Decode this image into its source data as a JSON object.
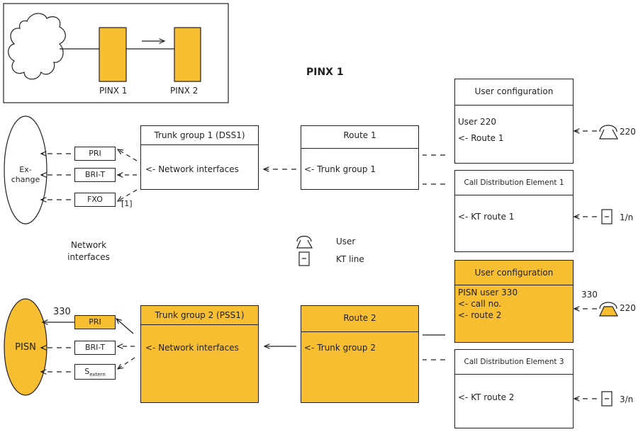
{
  "title": "PINX 1",
  "inset": {
    "pinx1": "PINX 1",
    "pinx2": "PINX 2"
  },
  "exchange": {
    "line1": "Ex-",
    "line2": "change"
  },
  "pisn": {
    "label": "PISN",
    "number": "330"
  },
  "upper_interfaces": [
    "PRI",
    "BRI-T",
    "FXO"
  ],
  "footnote": "[1]",
  "lower_interfaces": [
    "PRI",
    "BRI-T"
  ],
  "s_extern": {
    "base": "S",
    "sub": "extern"
  },
  "network_interfaces_caption": {
    "line1": "Network",
    "line2": "interfaces"
  },
  "trunk_group_1": {
    "title": "Trunk group 1 (DSS1)",
    "entry": "<- Network interfaces"
  },
  "trunk_group_2": {
    "title": "Trunk group 2 (PSS1)",
    "entry": "<- Network interfaces"
  },
  "route_1": {
    "title": "Route 1",
    "entry": "<- Trunk group 1"
  },
  "route_2": {
    "title": "Route 2",
    "entry": "<- Trunk group 2"
  },
  "user_config_1": {
    "title": "User configuration",
    "line1": "User 220",
    "line2": "<- Route 1"
  },
  "user_config_2": {
    "title": "User configuration",
    "line1": "PISN user 330",
    "line2": "<- call no.",
    "line3": "<- route 2"
  },
  "cde_1": {
    "title": "Call Distribution Element 1",
    "entry": "<- KT route 1"
  },
  "cde_3": {
    "title": "Call Distribution Element 3",
    "entry": "<- KT route 2"
  },
  "phone_220_top": "220",
  "phone_220_bottom": "220",
  "phone_330_label": "330",
  "kt_1n": "1/n",
  "kt_3n": "3/n",
  "legend": {
    "user": "User",
    "kt_line": "KT line"
  },
  "colors": {
    "highlight": "#f7be32",
    "line": "#231f20"
  }
}
